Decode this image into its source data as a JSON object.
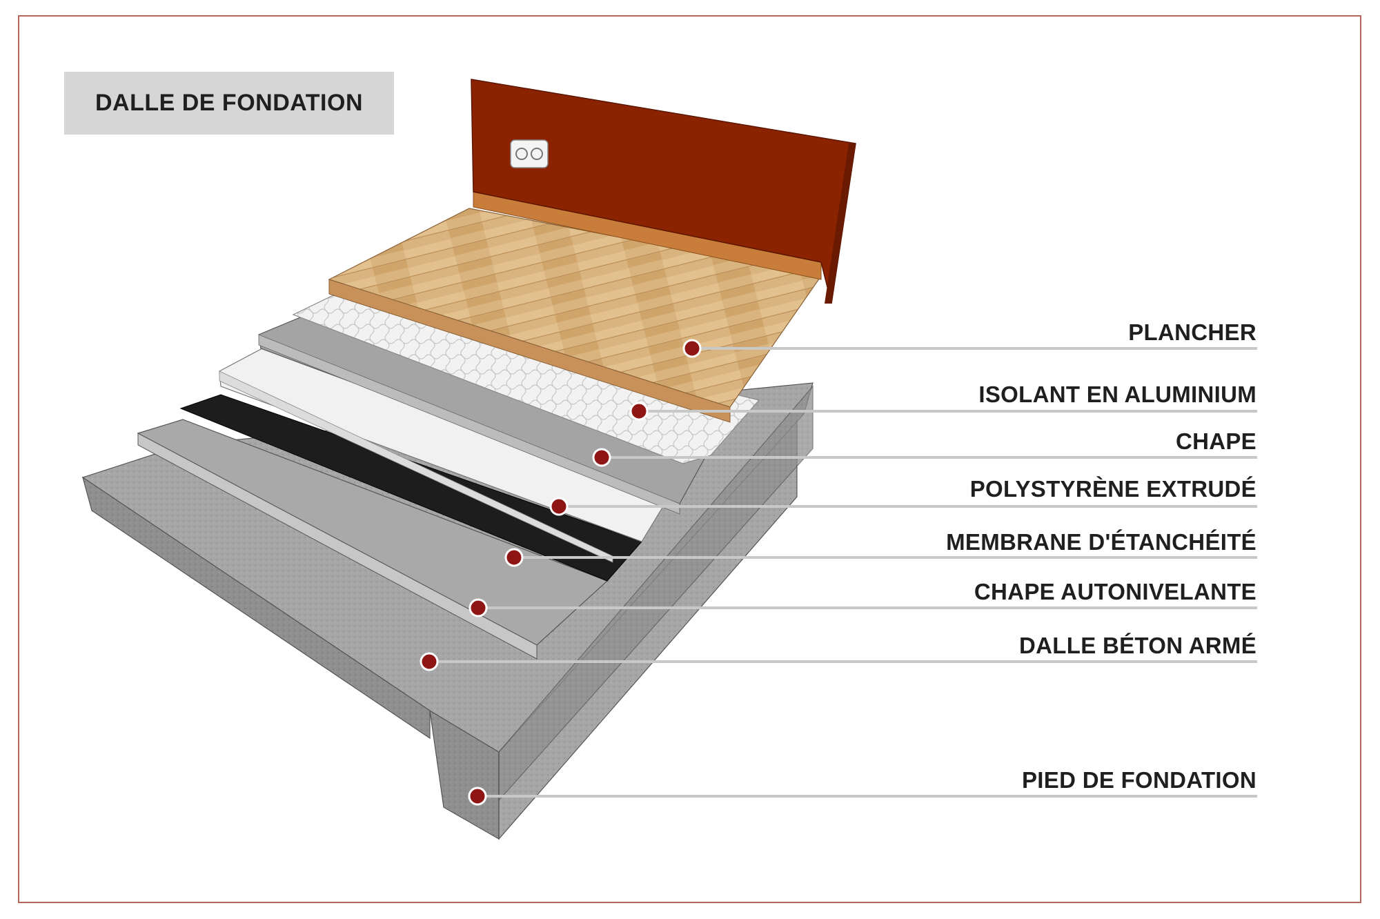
{
  "title": "DALLE DE FONDATION",
  "layers": [
    {
      "id": "plancher",
      "label": "PLANCHER"
    },
    {
      "id": "isolant",
      "label": "ISOLANT EN ALUMINIUM"
    },
    {
      "id": "chape",
      "label": "CHAPE"
    },
    {
      "id": "polystyrene",
      "label": "POLYSTYRÈNE EXTRUDÉ"
    },
    {
      "id": "membrane",
      "label": "MEMBRANE D'ÉTANCHÉITÉ"
    },
    {
      "id": "chape-auto",
      "label": "CHAPE AUTONIVELANTE"
    },
    {
      "id": "dalle",
      "label": "DALLE BÉTON ARMÉ"
    },
    {
      "id": "pied",
      "label": "PIED DE FONDATION"
    }
  ],
  "colors": {
    "frame": "#b5655a",
    "marker": "#8f1414",
    "wall": "#8b2200",
    "leader": "#c8c8c8"
  }
}
